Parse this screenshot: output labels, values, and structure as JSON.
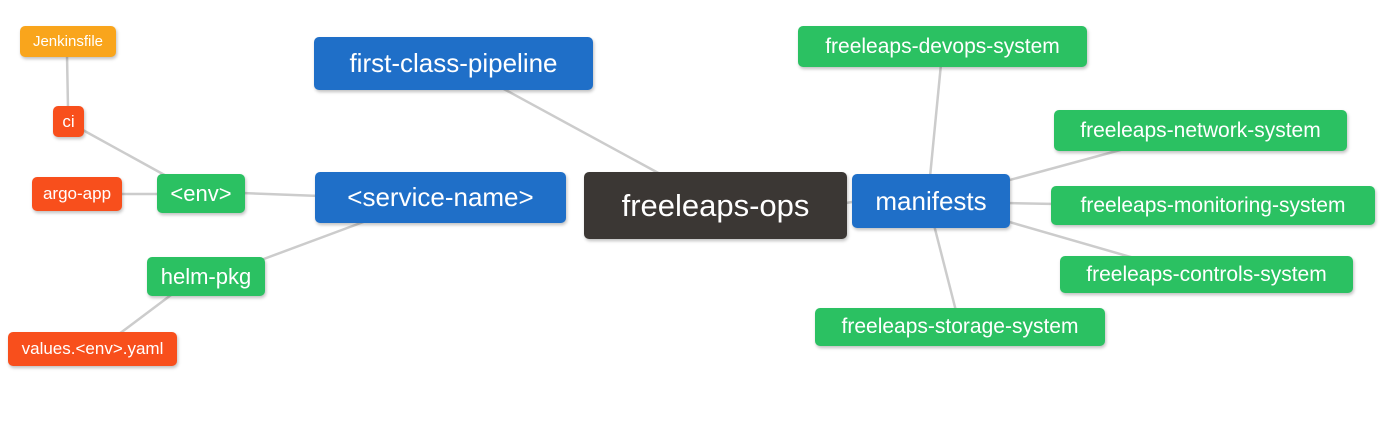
{
  "palette": {
    "orange": "#f9a51c",
    "red": "#f84f1c",
    "green": "#2bc162",
    "blue": "#1f6fc8",
    "dark": "#3b3734",
    "edge": "#cccccc",
    "text": "#ffffff",
    "background": "#ffffff"
  },
  "nodes": [
    {
      "id": "jenkinsfile",
      "label": "Jenkinsfile",
      "color": "orange"
    },
    {
      "id": "ci",
      "label": "ci",
      "color": "red"
    },
    {
      "id": "argo-app",
      "label": "argo-app",
      "color": "red"
    },
    {
      "id": "env",
      "label": "<env>",
      "color": "green"
    },
    {
      "id": "helm-pkg",
      "label": "helm-pkg",
      "color": "green"
    },
    {
      "id": "values-env-yaml",
      "label": "values.<env>.yaml",
      "color": "red"
    },
    {
      "id": "first-class-pipeline",
      "label": "first-class-pipeline",
      "color": "blue"
    },
    {
      "id": "service-name",
      "label": "<service-name>",
      "color": "blue"
    },
    {
      "id": "freeleaps-ops",
      "label": "freeleaps-ops",
      "color": "dark"
    },
    {
      "id": "manifests",
      "label": "manifests",
      "color": "blue"
    },
    {
      "id": "freeleaps-devops-system",
      "label": "freeleaps-devops-system",
      "color": "green"
    },
    {
      "id": "freeleaps-network-system",
      "label": "freeleaps-network-system",
      "color": "green"
    },
    {
      "id": "freeleaps-monitoring-system",
      "label": "freeleaps-monitoring-system",
      "color": "green"
    },
    {
      "id": "freeleaps-controls-system",
      "label": "freeleaps-controls-system",
      "color": "green"
    },
    {
      "id": "freeleaps-storage-system",
      "label": "freeleaps-storage-system",
      "color": "green"
    }
  ],
  "edges": [
    {
      "from": "jenkinsfile",
      "to": "ci"
    },
    {
      "from": "ci",
      "to": "env"
    },
    {
      "from": "argo-app",
      "to": "env"
    },
    {
      "from": "env",
      "to": "service-name"
    },
    {
      "from": "helm-pkg",
      "to": "service-name"
    },
    {
      "from": "values-env-yaml",
      "to": "helm-pkg"
    },
    {
      "from": "first-class-pipeline",
      "to": "freeleaps-ops"
    },
    {
      "from": "freeleaps-ops",
      "to": "manifests"
    },
    {
      "from": "manifests",
      "to": "freeleaps-devops-system"
    },
    {
      "from": "manifests",
      "to": "freeleaps-network-system"
    },
    {
      "from": "manifests",
      "to": "freeleaps-monitoring-system"
    },
    {
      "from": "manifests",
      "to": "freeleaps-controls-system"
    },
    {
      "from": "manifests",
      "to": "freeleaps-storage-system"
    }
  ]
}
